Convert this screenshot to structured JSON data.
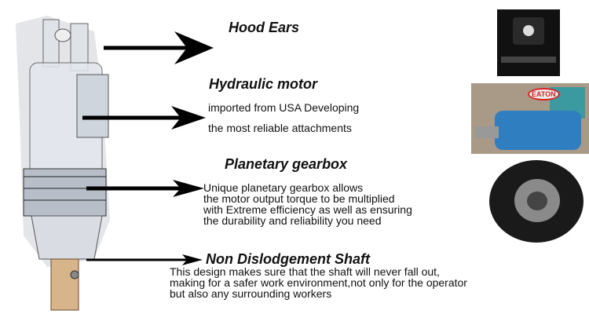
{
  "sections": [
    {
      "title": "Hood Ears",
      "body": []
    },
    {
      "title": "Hydraulic motor",
      "body": [
        "imported from USA Developing",
        "the most reliable attachments"
      ]
    },
    {
      "title": "Planetary gearbox",
      "body": [
        "Unique planetary gearbox allows",
        "the motor output torque to be multiplied",
        "with Extreme efficiency as well as ensuring",
        "the durability and reliability you need"
      ]
    },
    {
      "title": "Non Dislodgement Shaft",
      "body": [
        "This design makes sure that the shaft will never fall out,",
        "making for a safer work environment,not only for the operator",
        "but also any surrounding workers"
      ]
    }
  ],
  "photo_logo": "EATON",
  "colors": {
    "motor_blue": "#2f7fc0",
    "gear_black": "#1a1a1a",
    "shaft_tan": "#d8b48a"
  }
}
